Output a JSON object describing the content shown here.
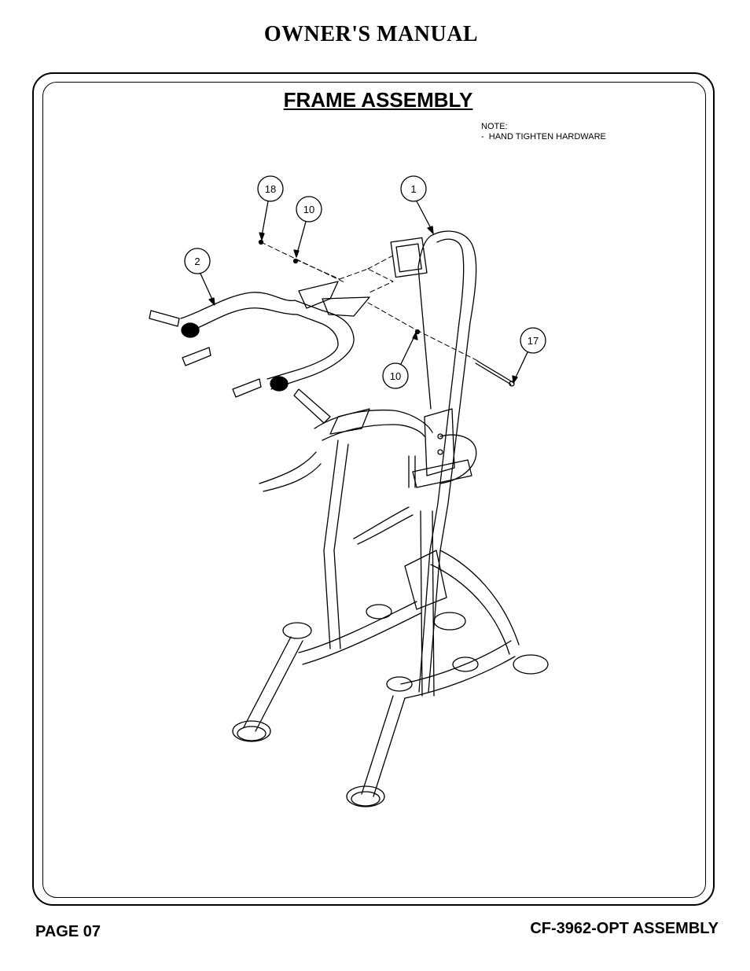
{
  "header": {
    "title": "OWNER'S MANUAL"
  },
  "section": {
    "title": "FRAME ASSEMBLY"
  },
  "note": {
    "heading": "NOTE:",
    "line1": "-  HAND TIGHTEN HARDWARE"
  },
  "callouts": [
    {
      "id": "callout-18",
      "label": "18"
    },
    {
      "id": "callout-10-top",
      "label": "10"
    },
    {
      "id": "callout-1",
      "label": "1"
    },
    {
      "id": "callout-2",
      "label": "2"
    },
    {
      "id": "callout-17",
      "label": "17"
    },
    {
      "id": "callout-10-bottom",
      "label": "10"
    }
  ],
  "footer": {
    "page": "PAGE 07",
    "model": "CF-3962-OPT ASSEMBLY"
  },
  "colors": {
    "ink": "#000000",
    "paper": "#ffffff"
  }
}
